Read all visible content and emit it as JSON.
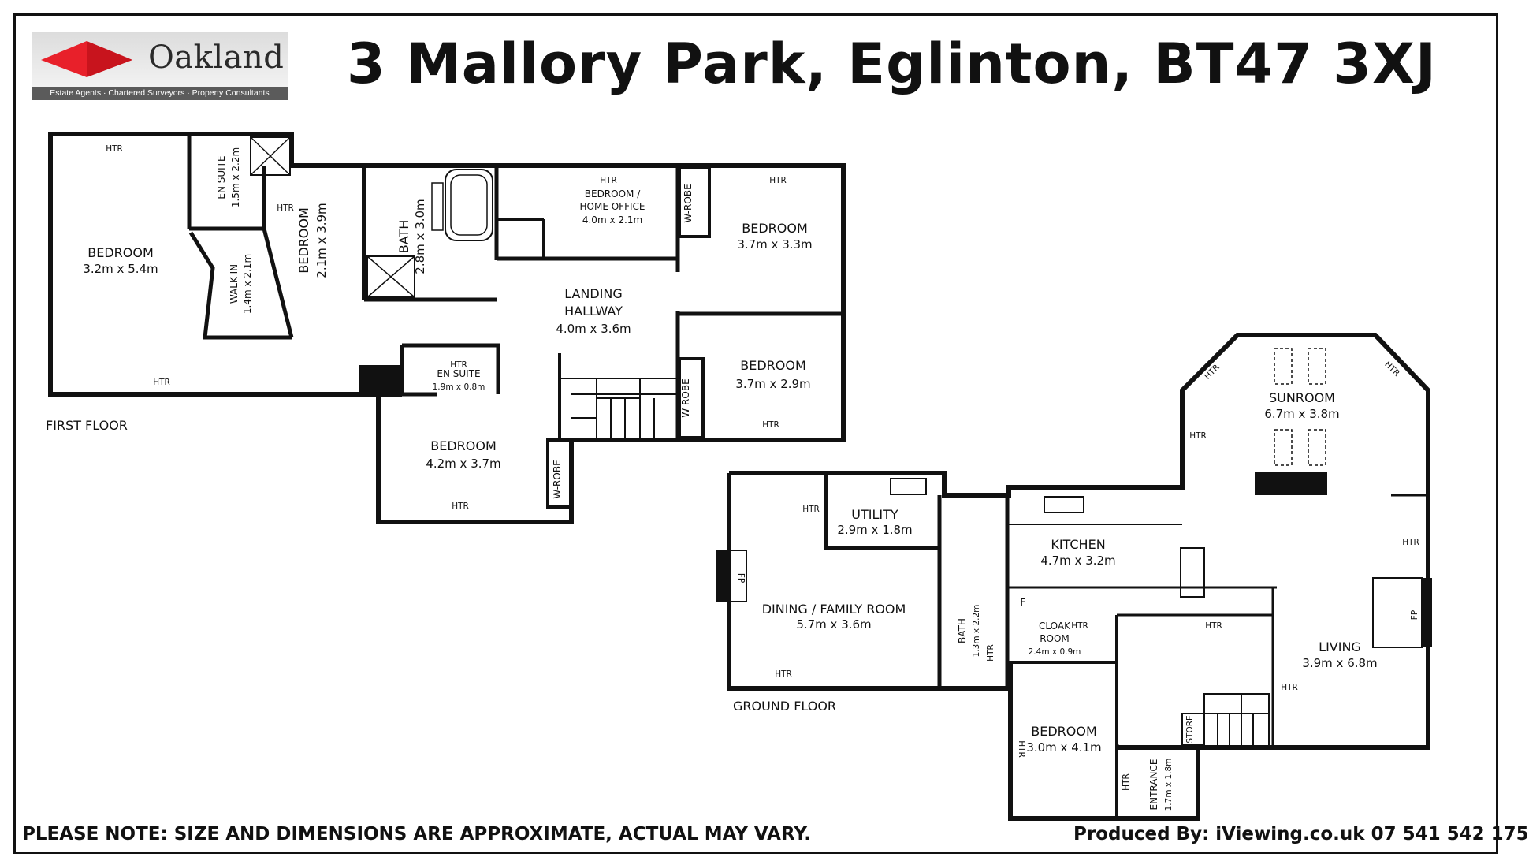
{
  "title": "3 Mallory Park, Eglinton, BT47 3XJ",
  "logo": {
    "name": "Oakland",
    "tagline": "Estate Agents · Chartered Surveyors · Property Consultants",
    "brand_color": "#e8202a"
  },
  "floors": {
    "first": "FIRST FLOOR",
    "ground": "GROUND FLOOR"
  },
  "rooms": {
    "bed1": {
      "name": "BEDROOM",
      "size": "3.2m x 5.4m"
    },
    "ensuite1": {
      "name": "EN SUITE",
      "size": "1.5m x 2.2m"
    },
    "walkin": {
      "name": "WALK IN",
      "size": "1.4m x 2.1m"
    },
    "bed2": {
      "name": "BEDROOM",
      "size": "2.1m x 3.9m"
    },
    "bath1": {
      "name": "BATH",
      "size": "2.8m x 3.0m"
    },
    "office": {
      "name": "BEDROOM /",
      "name2": "HOME OFFICE",
      "size": "4.0m x 2.1m"
    },
    "bed3": {
      "name": "BEDROOM",
      "size": "3.7m x 3.3m"
    },
    "landing": {
      "name": "LANDING",
      "name2": "HALLWAY",
      "size": "4.0m x 3.6m"
    },
    "bed4": {
      "name": "BEDROOM",
      "size": "3.7m x 2.9m"
    },
    "ensuite2": {
      "name": "EN SUITE",
      "size": "1.9m x 0.8m"
    },
    "bed5": {
      "name": "BEDROOM",
      "size": "4.2m x 3.7m"
    },
    "utility": {
      "name": "UTILITY",
      "size": "2.9m x 1.8m"
    },
    "dining": {
      "name": "DINING / FAMILY ROOM",
      "size": "5.7m x 3.6m"
    },
    "bath2": {
      "name": "BATH",
      "size": "1.3m x 2.2m"
    },
    "kitchen": {
      "name": "KITCHEN",
      "size": "4.7m x 3.2m"
    },
    "sunroom": {
      "name": "SUNROOM",
      "size": "6.7m x 3.8m"
    },
    "cloak": {
      "name": "CLOAK",
      "name2": "ROOM",
      "size": "2.4m x 0.9m"
    },
    "living": {
      "name": "LIVING",
      "size": "3.9m x 6.8m"
    },
    "bed6": {
      "name": "BEDROOM",
      "size": "3.0m x 4.1m"
    },
    "entrance": {
      "name": "ENTRANCE",
      "size": "1.7m x 1.8m"
    }
  },
  "labels": {
    "htr": "HTR",
    "wrobe": "W-ROBE",
    "fp": "FP",
    "f": "F",
    "store": "STORE"
  },
  "footer": {
    "note": "PLEASE NOTE: SIZE AND DIMENSIONS ARE APPROXIMATE, ACTUAL MAY VARY.",
    "credit": "Produced By: iViewing.co.uk 07 541 542 175"
  }
}
